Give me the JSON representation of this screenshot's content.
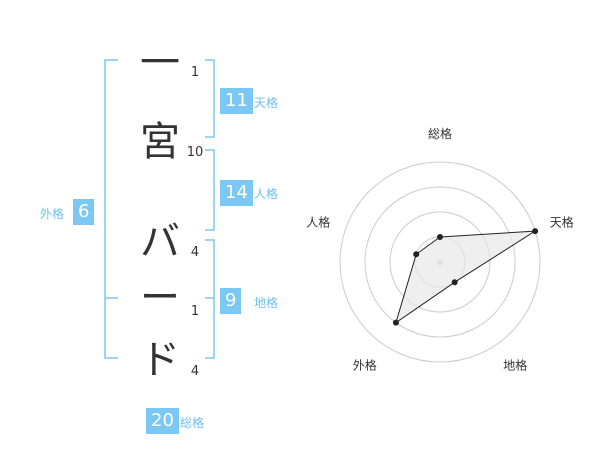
{
  "name_chars": [
    "一",
    "宮",
    "バ",
    "ー",
    "ド"
  ],
  "stroke_counts": [
    "1",
    "10",
    "4",
    "1",
    "4"
  ],
  "fortunes": {
    "tenkaku": {
      "value": "11",
      "label": "天格"
    },
    "jinkaku": {
      "value": "14",
      "label": "人格"
    },
    "chikaku": {
      "value": "9",
      "label": "地格"
    },
    "gaikaku": {
      "value": "6",
      "label": "外格"
    },
    "soukaku": {
      "value": "20",
      "label": "総格"
    }
  },
  "chart_data": {
    "type": "radar",
    "axes": [
      "総格",
      "天格",
      "地格",
      "外格",
      "人格"
    ],
    "values": [
      1,
      4,
      1,
      3,
      1
    ],
    "rings": 4,
    "max": 4
  },
  "colors": {
    "accent": "#7cc8f4",
    "accent_text": "#6ec0ee",
    "text": "#333333",
    "radar_fill": "#e8e8e8",
    "ring": "#cccccc"
  }
}
